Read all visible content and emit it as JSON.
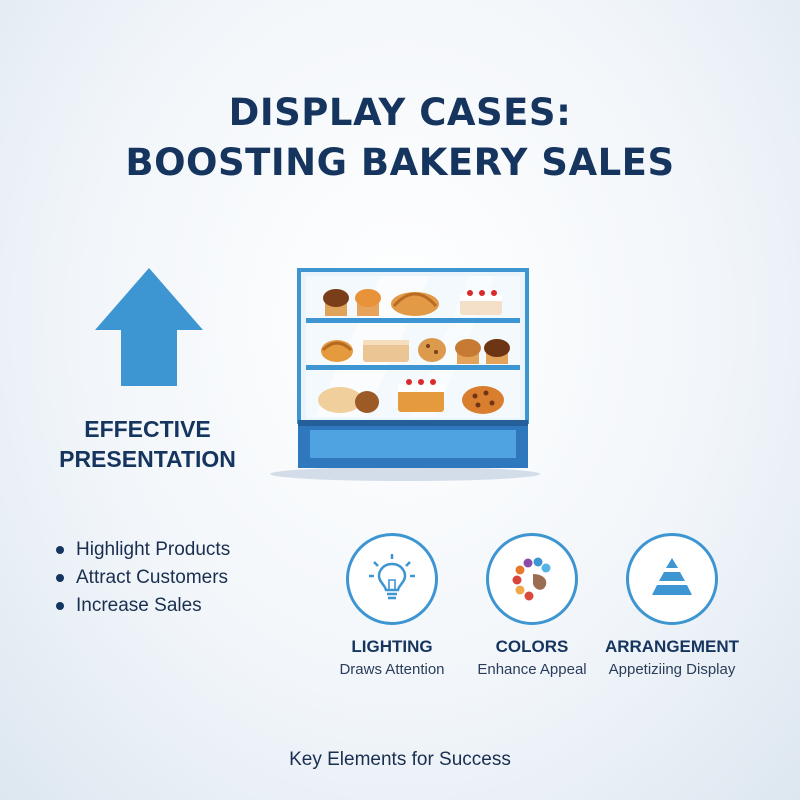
{
  "title": {
    "line1": "DISPLAY CASES:",
    "line2": "BOOSTING BAKERY SALES"
  },
  "left_panel": {
    "arrow_icon": "up-arrow-icon",
    "heading_line1": "EFFECTIVE",
    "heading_line2": "PRESENTATION",
    "bullets": [
      "Highlight Products",
      "Attract Customers",
      "Increase Sales"
    ]
  },
  "display_case": {
    "icon": "bakery-display-case-illustration",
    "shelves": [
      "muffins-croissant-cake",
      "pastries-muffins",
      "croissants-cake-pie"
    ]
  },
  "features": [
    {
      "icon": "light-bulb-icon",
      "label": "LIGHTING",
      "description": "Draws Attention"
    },
    {
      "icon": "color-palette-icon",
      "label": "COLORS",
      "description": "Enhance Appeal"
    },
    {
      "icon": "pyramid-icon",
      "label": "ARRANGEMENT",
      "description": "Appetiziing Display"
    }
  ],
  "footer": "Key Elements for Success",
  "colors": {
    "navy": "#15355f",
    "accent_blue": "#3d95d2",
    "case_blue": "#2f78bd"
  }
}
